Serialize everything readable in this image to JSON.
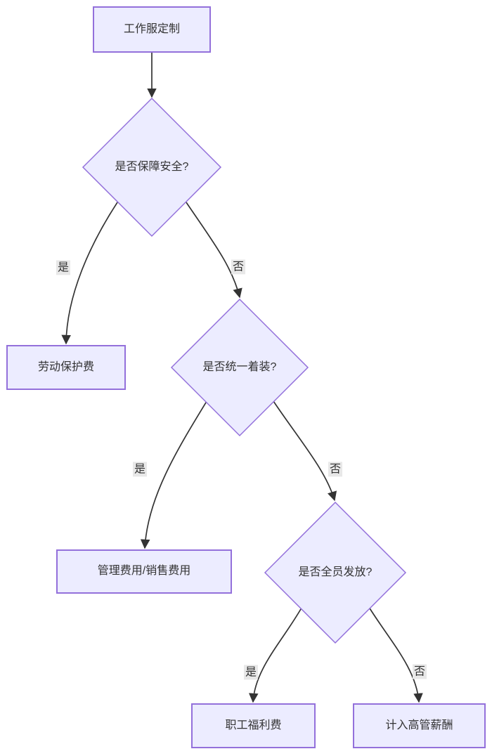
{
  "diagram": {
    "type": "flowchart",
    "direction": "top-down",
    "colors": {
      "node_fill": "#ECECFF",
      "node_border": "#9370DB",
      "edge_color": "#333333",
      "text_color": "#333333",
      "edge_label_bg": "#e8e8e8",
      "background": "#ffffff"
    },
    "nodes": [
      {
        "id": "start",
        "shape": "rect",
        "label": "工作服定制"
      },
      {
        "id": "q-safety",
        "shape": "diamond",
        "label": "是否保障安全?"
      },
      {
        "id": "labor-protection",
        "shape": "rect",
        "label": "劳动保护费"
      },
      {
        "id": "q-uniform",
        "shape": "diamond",
        "label": "是否统一着装?"
      },
      {
        "id": "admin-sales",
        "shape": "rect",
        "label": "管理费用/销售费用"
      },
      {
        "id": "q-all-staff",
        "shape": "diamond",
        "label": "是否全员发放?"
      },
      {
        "id": "staff-welfare",
        "shape": "rect",
        "label": "职工福利费"
      },
      {
        "id": "exec-comp",
        "shape": "rect",
        "label": "计入高管薪酬"
      }
    ],
    "edges": [
      {
        "from": "start",
        "to": "q-safety",
        "label": ""
      },
      {
        "from": "q-safety",
        "to": "labor-protection",
        "label": "是"
      },
      {
        "from": "q-safety",
        "to": "q-uniform",
        "label": "否"
      },
      {
        "from": "q-uniform",
        "to": "admin-sales",
        "label": "是"
      },
      {
        "from": "q-uniform",
        "to": "q-all-staff",
        "label": "否"
      },
      {
        "from": "q-all-staff",
        "to": "staff-welfare",
        "label": "是"
      },
      {
        "from": "q-all-staff",
        "to": "exec-comp",
        "label": "否"
      }
    ]
  }
}
